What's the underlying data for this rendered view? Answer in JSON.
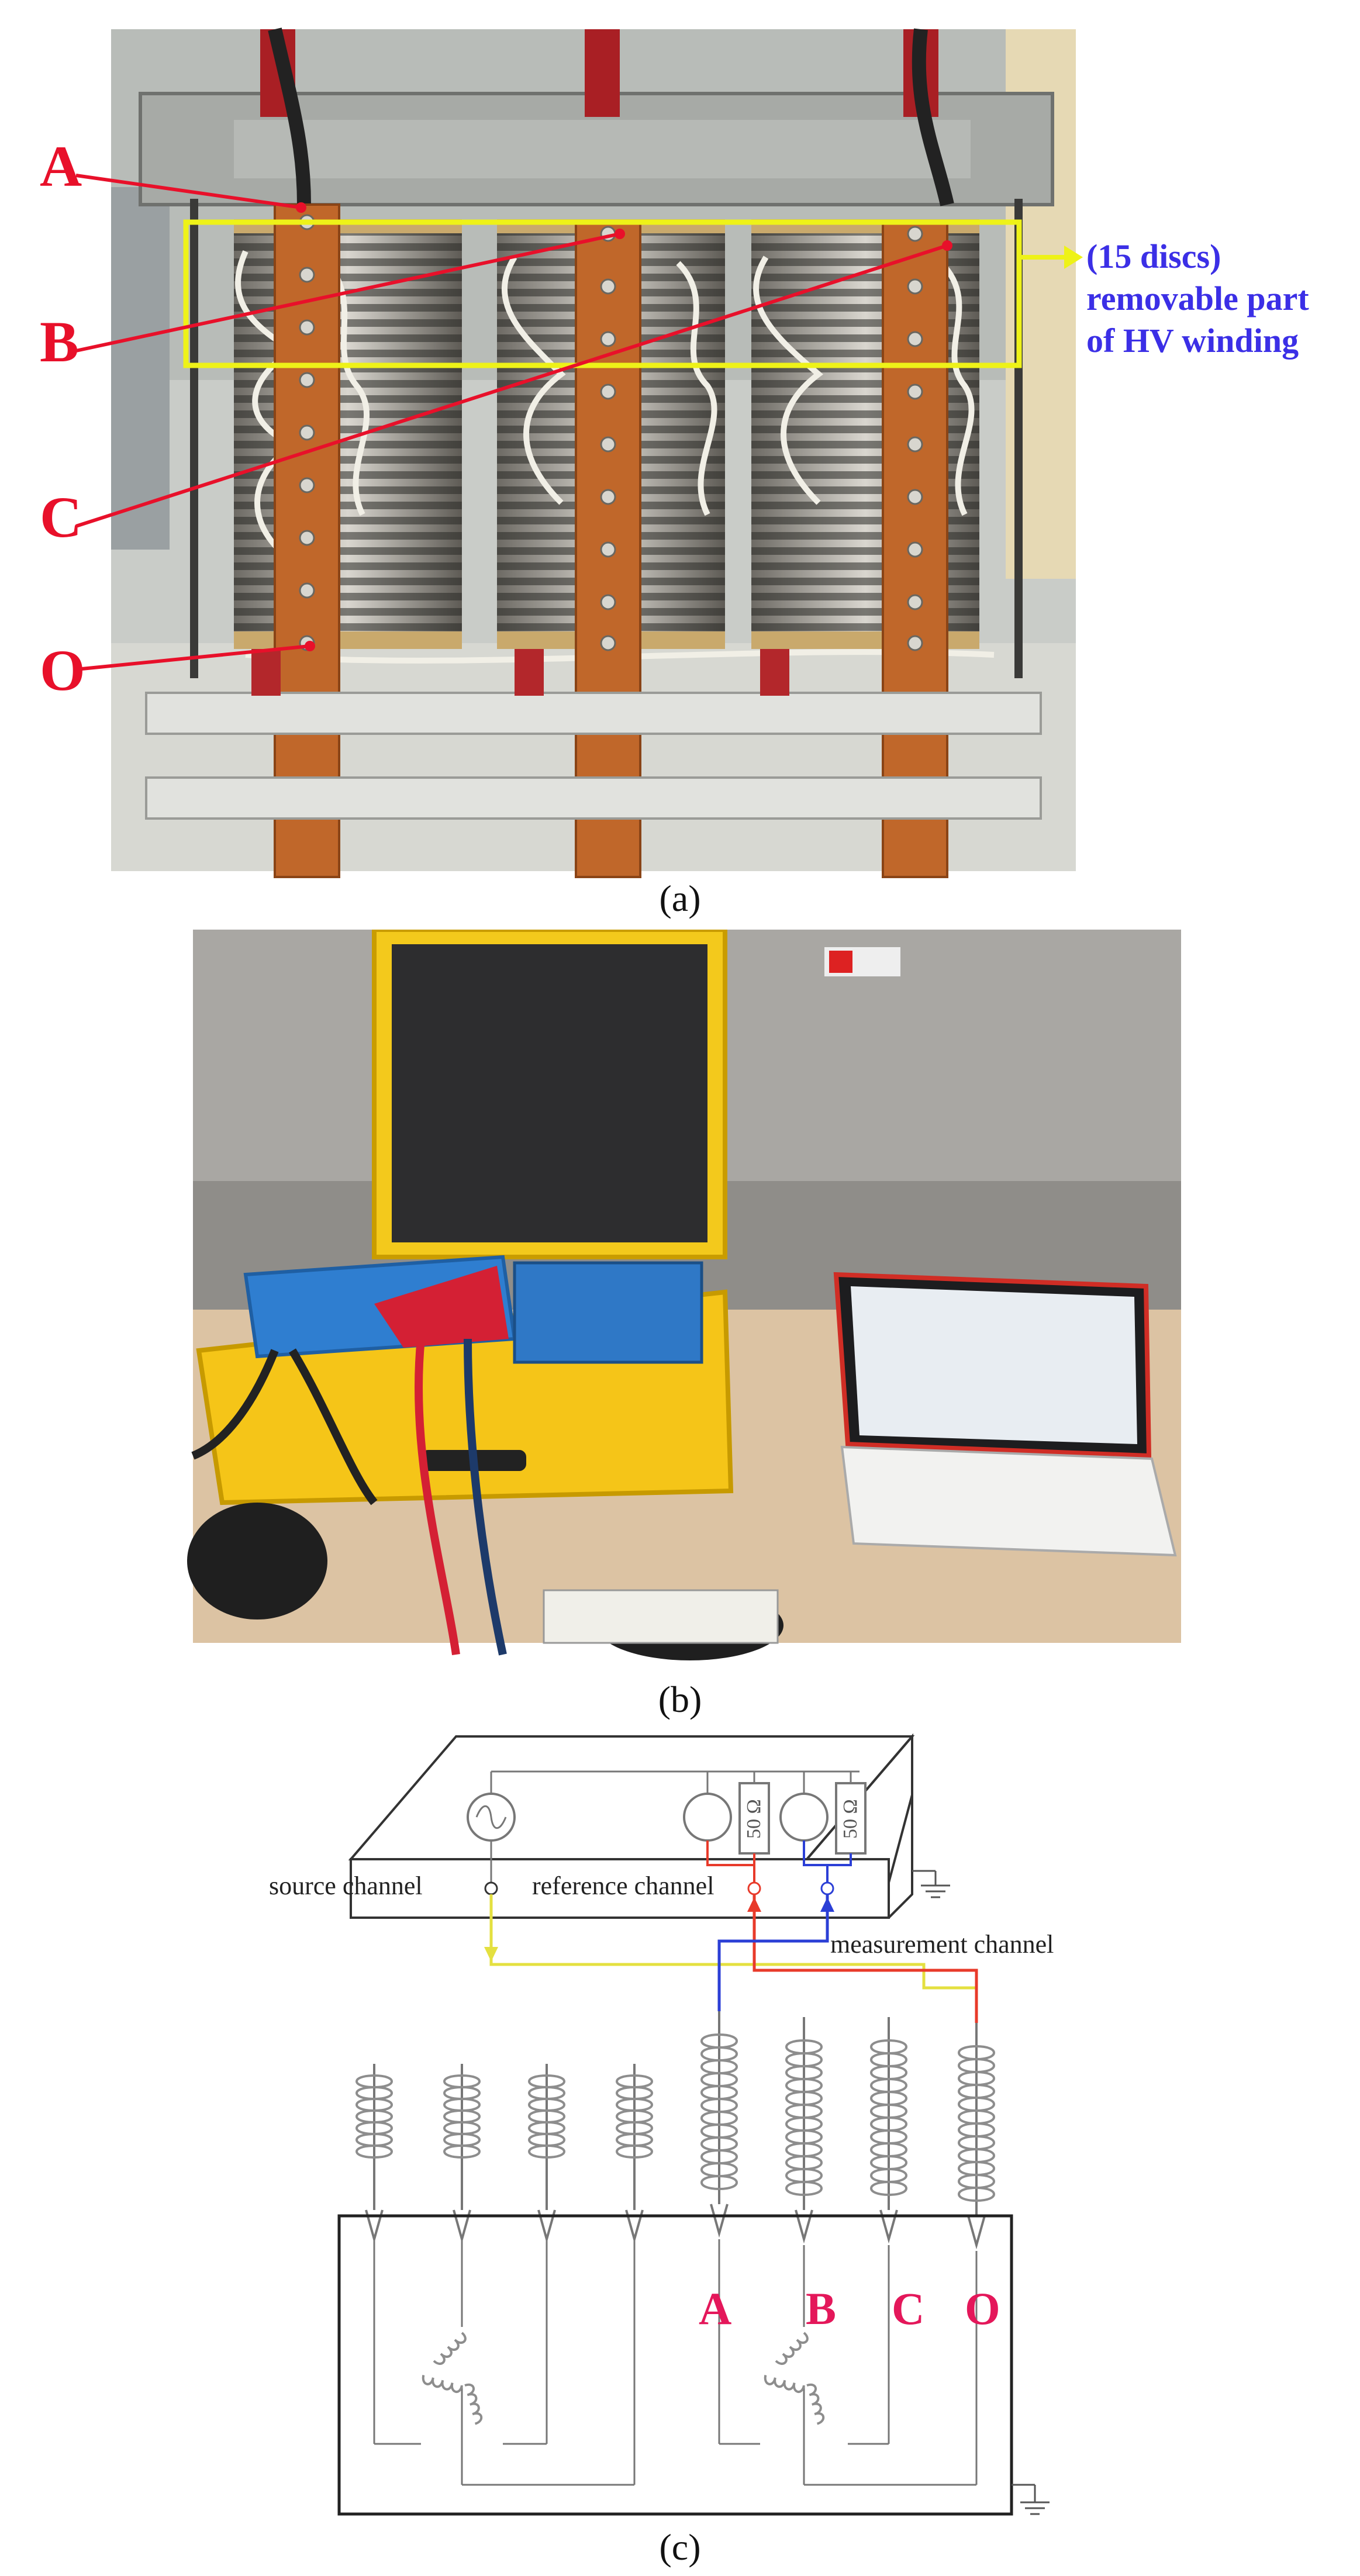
{
  "panel_a": {
    "labels": {
      "a": "A",
      "b": "B",
      "c": "C",
      "o": "O"
    },
    "annotation": {
      "line1": "(15 discs)",
      "line2": "removable part",
      "line3": "of HV winding"
    },
    "caption": "(a)"
  },
  "panel_b": {
    "caption": "(b)"
  },
  "panel_c": {
    "resistor_label": "50 Ω",
    "source_channel": "source channel",
    "reference_channel": "reference channel",
    "measurement_channel": "measurement channel",
    "terminals": {
      "a": "A",
      "b": "B",
      "c": "C",
      "o": "O"
    },
    "caption": "(c)"
  },
  "colors": {
    "label_red": "#e8102a",
    "terminal_pink": "#e4175a",
    "highlight_yellow": "#eef218",
    "annotation_blue": "#3b2fe6",
    "wire_red": "#e83a2a",
    "wire_blue": "#2b3fd6",
    "wire_yellow": "#e4e040"
  }
}
